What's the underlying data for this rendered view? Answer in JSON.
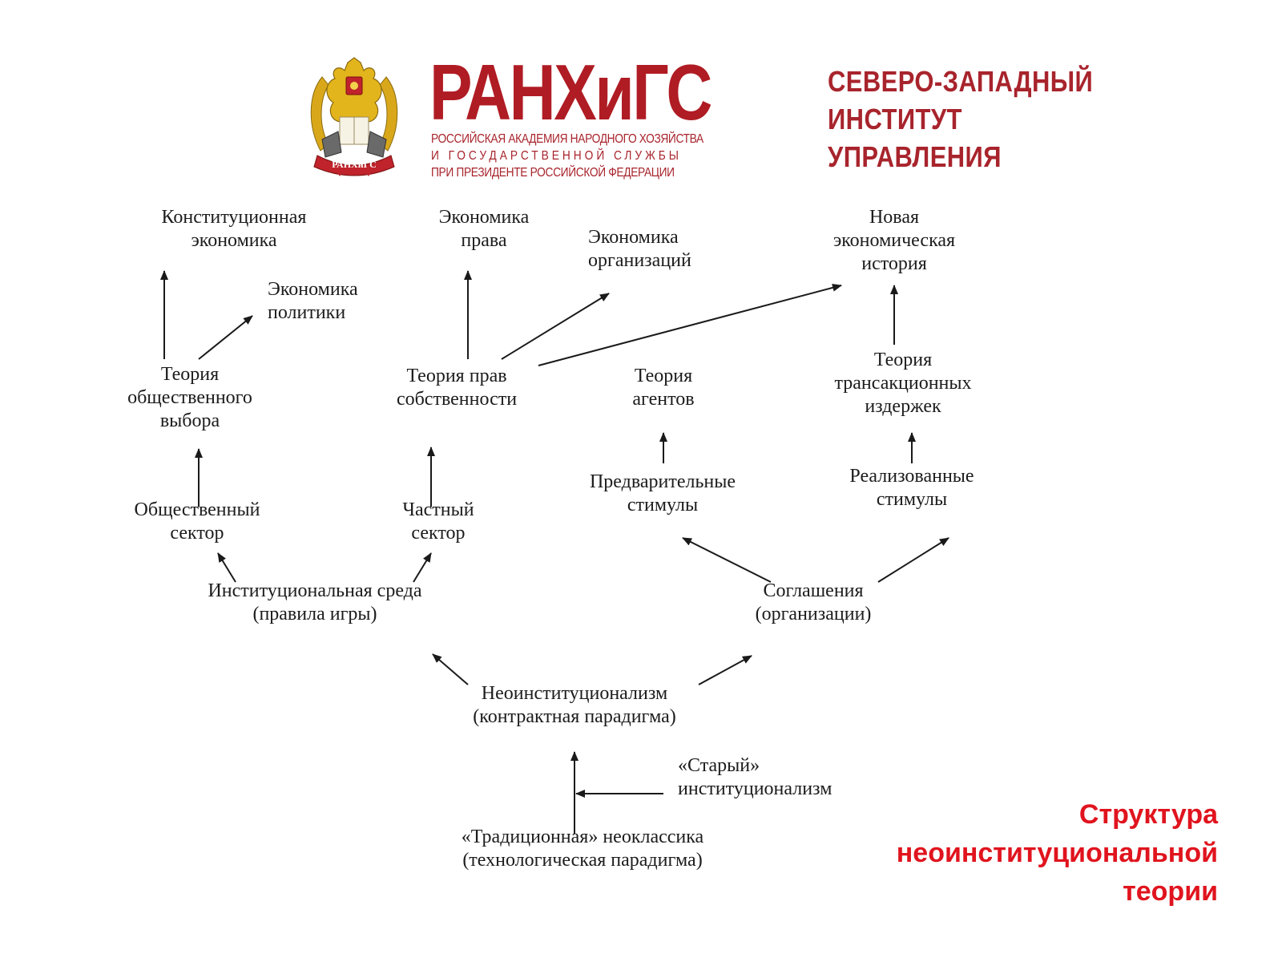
{
  "header": {
    "logo_title": "РАНХиГС",
    "logo_subtitle": [
      "РОССИЙСКАЯ АКАДЕМИЯ НАРОДНОГО ХОЗЯЙСТВА",
      "И ГОСУДАРСТВЕННОЙ СЛУЖБЫ",
      "ПРИ ПРЕЗИДЕНТЕ РОССИЙСКОЙ ФЕДЕРАЦИИ"
    ],
    "emblem_text": "РАНХиГС",
    "branch_name": [
      "СЕВЕРО-ЗАПАДНЫЙ",
      "ИНСТИТУТ",
      "УПРАВЛЕНИЯ"
    ]
  },
  "diagram": {
    "nodes": {
      "constitutional_economics": [
        "Конституционная",
        "экономика"
      ],
      "economics_of_law": [
        "Экономика",
        "права"
      ],
      "economics_of_organizations": [
        "Экономика",
        "организаций"
      ],
      "new_economic_history": [
        "Новая",
        "экономическая",
        "история"
      ],
      "economics_of_politics": [
        "Экономика",
        "политики"
      ],
      "public_choice_theory": [
        "Теория",
        "общественного",
        "выбора"
      ],
      "property_rights_theory": [
        "Теория прав",
        "собственности"
      ],
      "agency_theory": [
        "Теория",
        "агентов"
      ],
      "transaction_cost_theory": [
        "Теория",
        "трансакционных",
        "издержек"
      ],
      "preliminary_incentives": [
        "Предварительные",
        "стимулы"
      ],
      "realized_incentives": [
        "Реализованные",
        "стимулы"
      ],
      "public_sector": [
        "Общественный",
        "сектор"
      ],
      "private_sector": [
        "Частный",
        "сектор"
      ],
      "institutional_environment": [
        "Институциональная среда",
        "(правила игры)"
      ],
      "agreements": [
        "Соглашения",
        "(организации)"
      ],
      "neoinstitutionalism": [
        "Неоинституционализм",
        "(контрактная парадигма)"
      ],
      "old_institutionalism": [
        "«Старый»",
        "институционализм"
      ],
      "traditional_neoclassics": [
        "«Традиционная» неоклассика",
        "(технологическая парадигма)"
      ]
    }
  },
  "caption": [
    "Структура",
    "неоинституциональной",
    "теории"
  ],
  "colors": {
    "brand_red": "#b01c24",
    "branch_red": "#a8242c",
    "caption_red": "#e0141e",
    "arrow": "#1a1a1a",
    "text": "#1c1c1c",
    "emblem_gold": "#e3b51c",
    "emblem_red": "#c0232b"
  }
}
